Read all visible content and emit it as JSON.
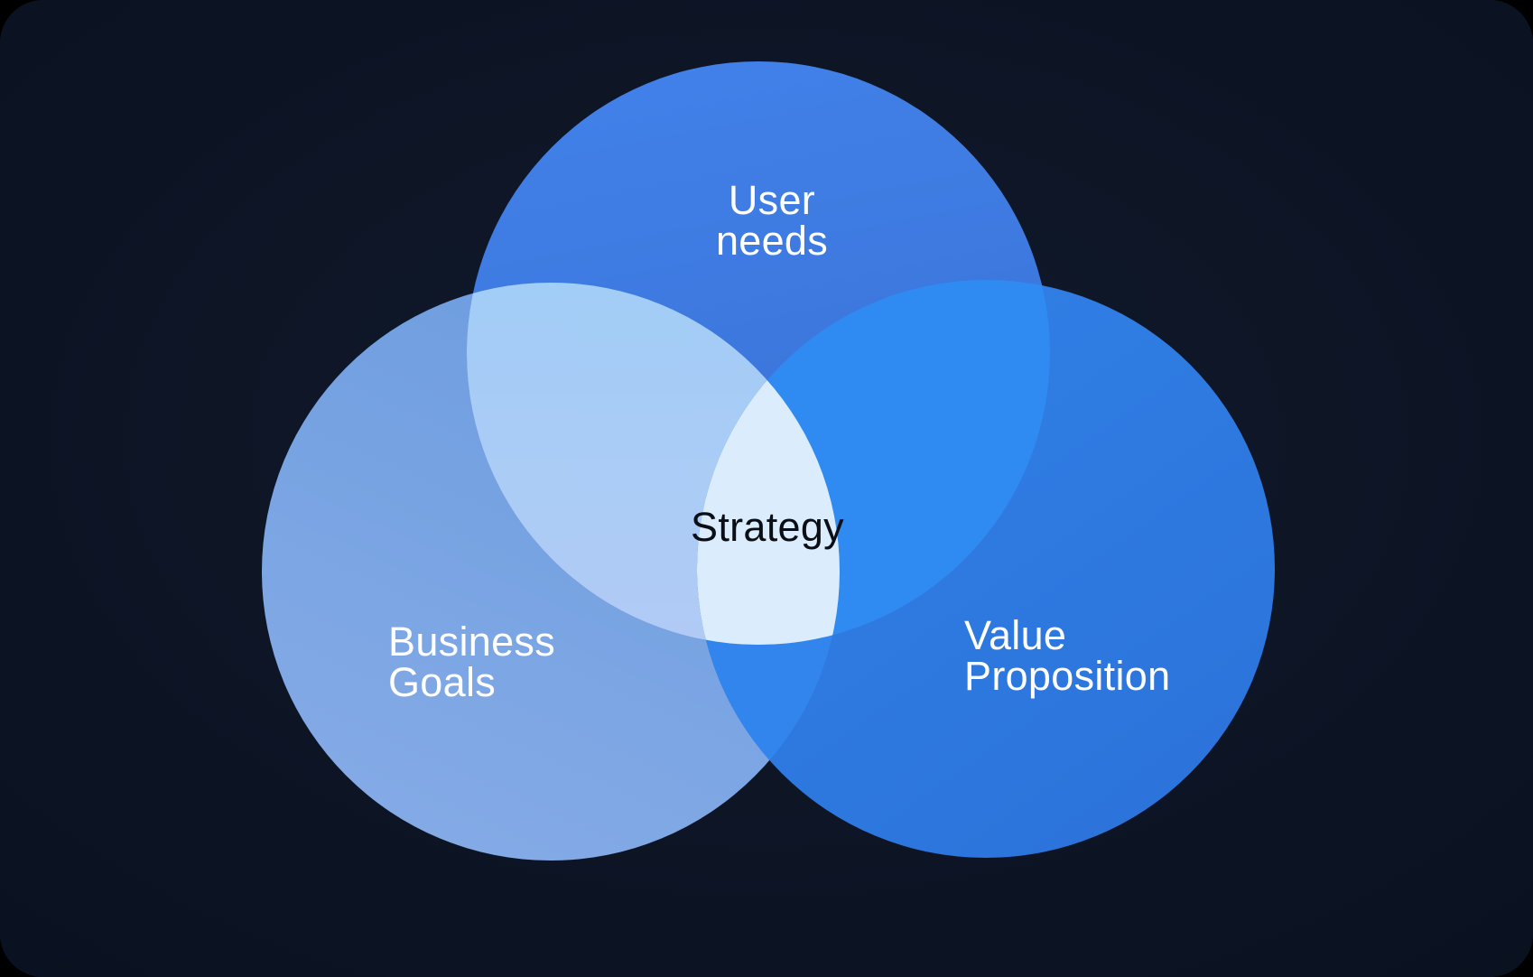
{
  "venn": {
    "type": "venn-3",
    "frame_color": "#000000",
    "background_center": "#111a2c",
    "background_edge": "#0a1120",
    "label_color": "#ffffff",
    "center_label": "Strategy",
    "center_label_color": "#0b0e14",
    "sets": {
      "user": {
        "label": "User needs",
        "line1": "User",
        "line2": "needs",
        "color_top": "#4181e9",
        "color_bottom": "#396fd3"
      },
      "business": {
        "label": "Business Goals",
        "line1": "Business",
        "line2": "Goals",
        "color_top": "#6c9cdf",
        "color_bottom": "#85abe6"
      },
      "value": {
        "label": "Value Proposition",
        "line1": "Value",
        "line2": "Proposition",
        "color_top": "#3181e8",
        "color_bottom": "#2b73da"
      }
    },
    "overlaps": {
      "user_business_top": "#a2cdf6",
      "user_business_bottom": "#bac9f4",
      "user_value": "#2f8af1",
      "business_value": "#3185ec",
      "all_three": "#dbedfc"
    }
  }
}
